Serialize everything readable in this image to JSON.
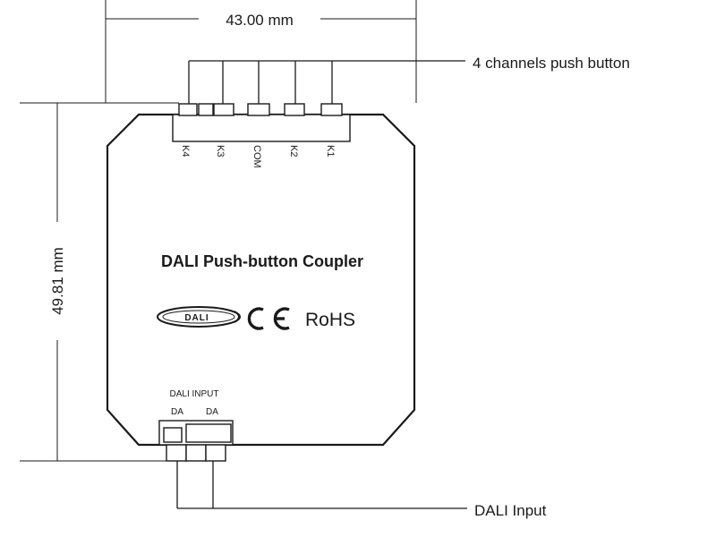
{
  "dimensions": {
    "width": "43.00 mm",
    "height": "49.81 mm"
  },
  "callouts": {
    "push_button": "4 channels push button",
    "dali_input": "DALI Input"
  },
  "pins": [
    "K4",
    "K3",
    "COM",
    "K2",
    "K1"
  ],
  "device": {
    "title": "DALI Push-button Coupler",
    "logo_text": "DALI",
    "ce_mark": "CE",
    "rohs": "RoHS",
    "input_label": "DALI INPUT",
    "input_pin_left": "DA",
    "input_pin_right": "DA"
  }
}
